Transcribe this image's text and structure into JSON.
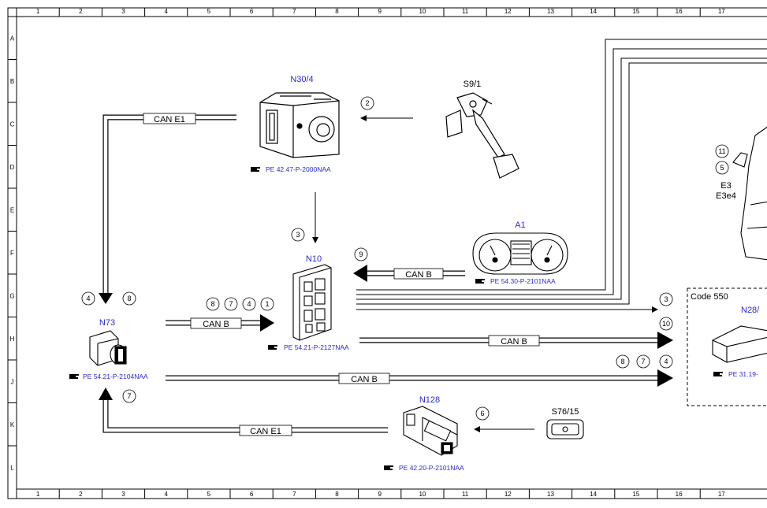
{
  "grid": {
    "columns": [
      "1",
      "2",
      "3",
      "4",
      "5",
      "6",
      "7",
      "8",
      "9",
      "10",
      "11",
      "12",
      "13",
      "14",
      "15",
      "16",
      "17"
    ],
    "rows": [
      "A",
      "B",
      "C",
      "D",
      "E",
      "F",
      "G",
      "H",
      "J",
      "K",
      "L"
    ]
  },
  "components": {
    "n30_4": {
      "label": "N30/4",
      "ref": "PE 42.47-P-2000NAA"
    },
    "s9_1": {
      "label": "S9/1"
    },
    "n10": {
      "label": "N10",
      "ref": "PE 54.21-P-2127NAA"
    },
    "a1": {
      "label": "A1",
      "ref": "PE 54.30-P-2101NAA"
    },
    "n73": {
      "label": "N73",
      "ref": "PE 54.21-P-2104NAA"
    },
    "n128": {
      "label": "N128",
      "ref": "PE 42.20-P-2101NAA"
    },
    "s76_15": {
      "label": "S76/15"
    },
    "e3": {
      "label": "E3",
      "label2": "E3e4"
    },
    "n28": {
      "label": "N28/",
      "ref": "PE 31.19-"
    }
  },
  "code_box": {
    "label": "Code 550"
  },
  "buses": {
    "can_e1_top": "CAN E1",
    "can_b_a1": "CAN B",
    "can_b_n73": "CAN B",
    "can_b_h": "CAN B",
    "can_b_j": "CAN B",
    "can_e1_bottom": "CAN E1"
  },
  "steps": {
    "s_n30_arrow": "2",
    "s_n10_in": "3",
    "s_a1": "9",
    "s_e3_11": "11",
    "s_e3_5": "5",
    "s_n73_4": "4",
    "s_n73_8": "8",
    "s_bus_8": "8",
    "s_bus_7": "7",
    "s_bus_4": "4",
    "s_bus_1": "1",
    "s_right_3": "3",
    "s_right_10": "10",
    "s_j_8": "8",
    "s_j_7": "7",
    "s_j_4": "4",
    "s_n73_7": "7",
    "s_n128_6": "6"
  },
  "icons": {
    "reference": "pointing-hand-icon"
  }
}
